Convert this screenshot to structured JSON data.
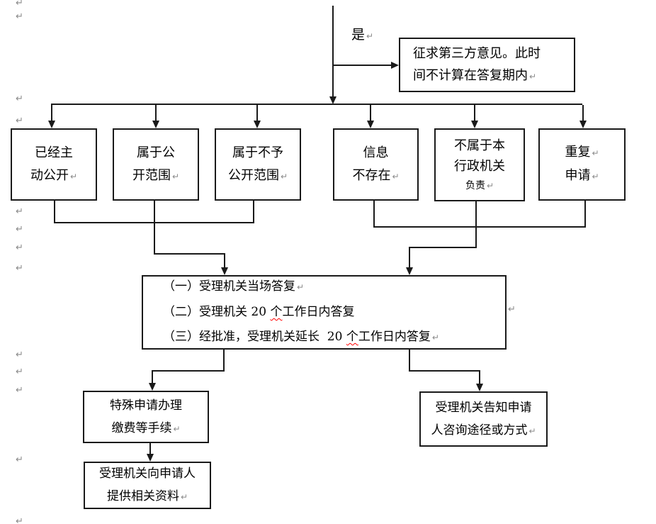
{
  "diagram": {
    "yes_label": "是",
    "pilcrow": "↵",
    "third_party": {
      "line1": "征求第三方意见。此时",
      "line2": "间不计算在答复期内"
    },
    "outcomes": {
      "already_public": {
        "line1": "已经主",
        "line2": "动公开"
      },
      "public_scope": {
        "line1": "属于公",
        "line2": "开范围"
      },
      "non_public_scope": {
        "line1": "属于不予",
        "line2": "公开范围"
      },
      "info_not_exist": {
        "line1": "信息",
        "line2": "不存在"
      },
      "not_this_agency": {
        "line1": "不属于本",
        "line2": "行政机关",
        "line3": "负责"
      },
      "repeat_request": {
        "line1": "重复",
        "line2": "申请"
      }
    },
    "reply": {
      "line1": "（一）受理机关当场答复",
      "line2_pre": "（二）受理机关 20 ",
      "line2_flag": "个",
      "line2_post": "工作日内答复",
      "line3_pre": "（三）经批准，受理机关延长  20 ",
      "line3_flag": "个",
      "line3_post": "工作日内答复"
    },
    "special": {
      "line1": "特殊申请办理",
      "line2": "缴费等手续"
    },
    "provide": {
      "line1": "受理机关向申请人",
      "line2": "提供相关资料"
    },
    "inform": {
      "line1": "受理机关告知申请",
      "line2": "人咨询途径或方式"
    },
    "colors": {
      "line": "#1a1a1a",
      "text": "#000000",
      "format_mark": "#8a8a8a",
      "spellcheck": "#ff0000",
      "background": "#ffffff"
    }
  }
}
